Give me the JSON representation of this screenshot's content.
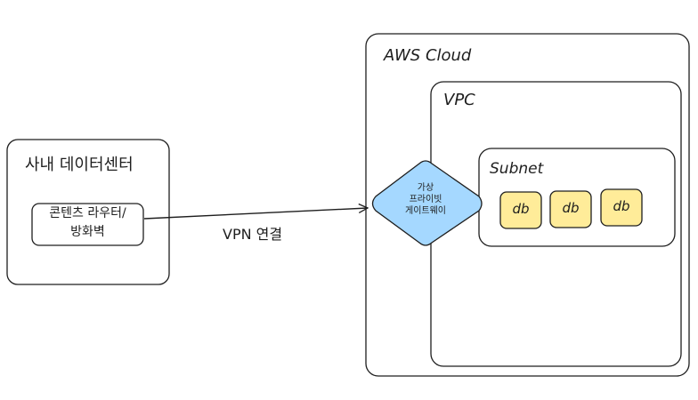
{
  "colors": {
    "stroke": "#1e1e1e",
    "gateway_fill": "#a5d8ff",
    "db_fill": "#ffec99",
    "background": "#ffffff"
  },
  "onprem": {
    "title": "사내 데이터센터",
    "router_line1": "콘텐츠 라우터/",
    "router_line2": "방화벽"
  },
  "connection": {
    "label": "VPN 연결"
  },
  "aws": {
    "title": "AWS Cloud",
    "vpc": {
      "title": "VPC",
      "gateway_line1": "가상",
      "gateway_line2": "프라이빗",
      "gateway_line3": "게이트웨이",
      "subnet": {
        "title": "Subnet",
        "databases": [
          "db",
          "db",
          "db"
        ]
      }
    }
  }
}
